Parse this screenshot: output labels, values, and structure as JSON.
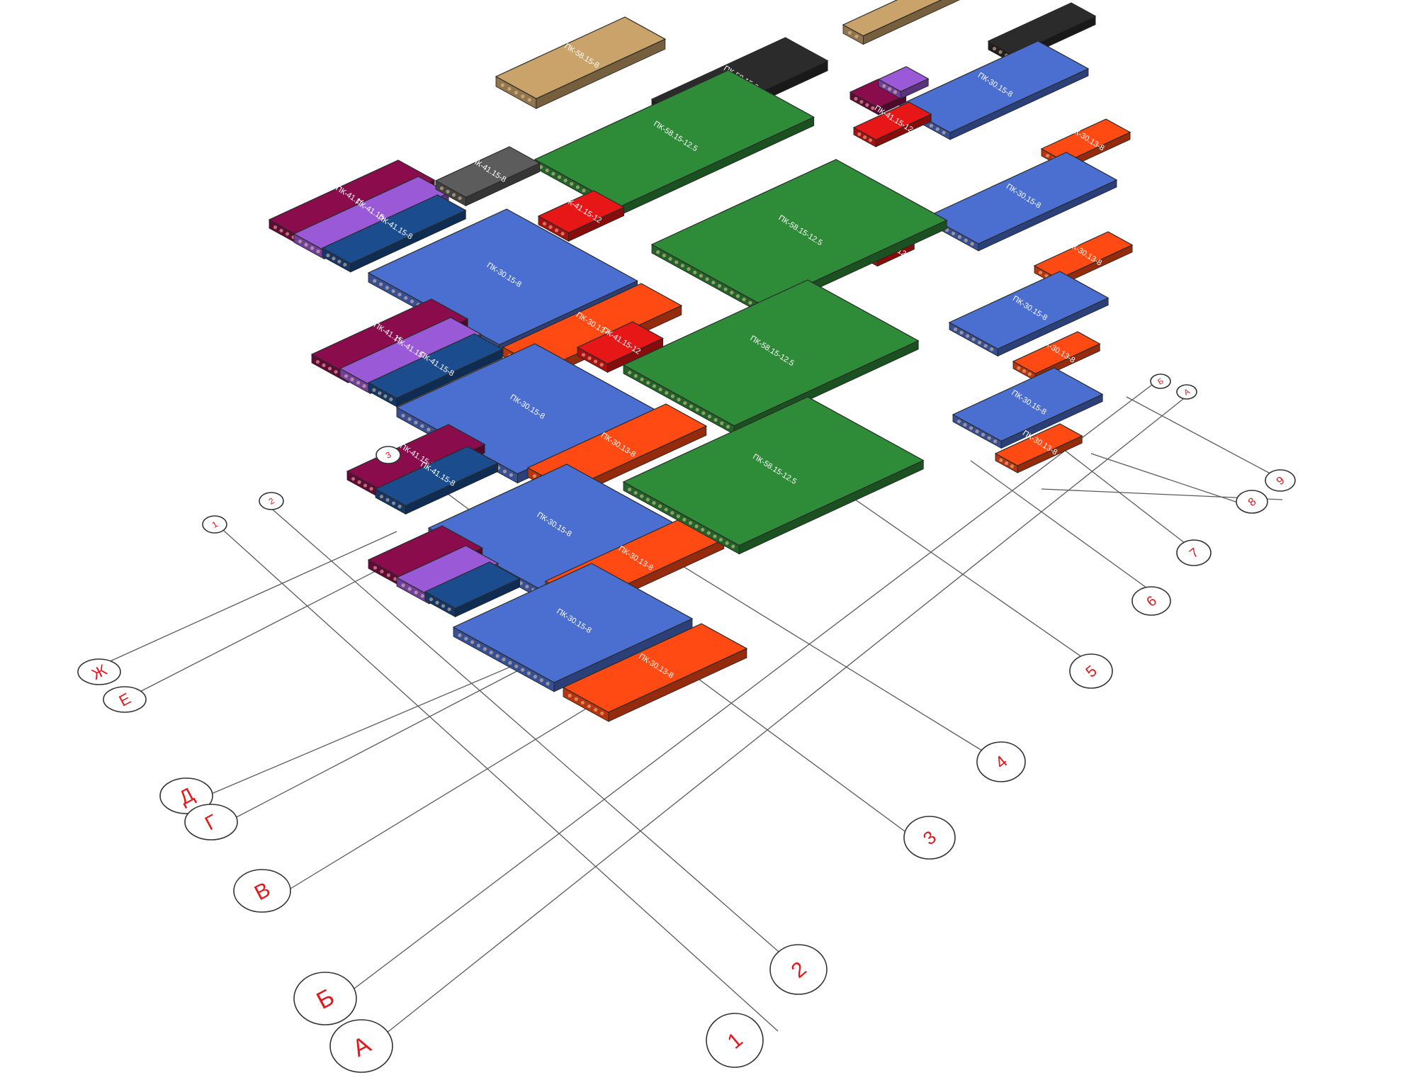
{
  "colors": {
    "green": "#2e8b38",
    "blue": "#4a6fd1",
    "orange": "#ff4a14",
    "maroon": "#8a0c4c",
    "violet": "#9a5ad8",
    "darkblue": "#1a4c8e",
    "red": "#e81717",
    "black": "#2b2b2b",
    "grey": "#5c5c5c",
    "tan": "#c9a36a",
    "bubble_text": "#e0191e"
  },
  "axes_letters": [
    "Ж",
    "Е",
    "Д",
    "Г",
    "В",
    "Б",
    "А"
  ],
  "axes_numbers": [
    "1",
    "2",
    "3",
    "4",
    "5",
    "6",
    "7",
    "8",
    "9"
  ],
  "top_axis_labels": [
    "Б",
    "А",
    "3",
    "1",
    "2"
  ],
  "slab_labels": {
    "blue": "ПК-30.15-8",
    "orange": "ПК-30.13-8",
    "maroon": "ПК-41.15-8",
    "green": "ПК-58.15-12.5",
    "red": "ПК-41.15-12",
    "black": "ПК-58.15-8",
    "tan": "ПК-58.15-8",
    "grey": "ПК-41.15-8"
  }
}
